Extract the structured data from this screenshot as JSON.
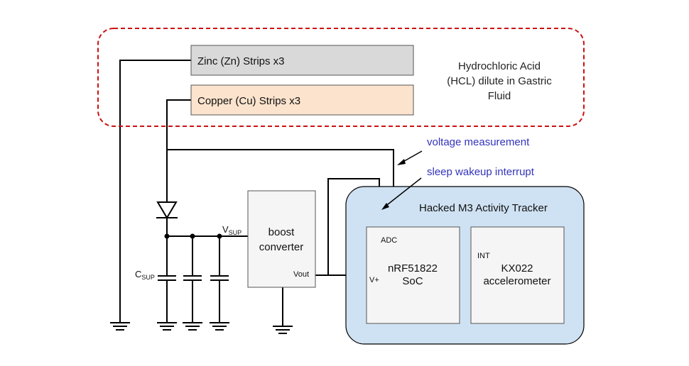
{
  "electrodes": {
    "zinc": {
      "label": "Zinc (Zn) Strips x3",
      "fill": "#d9d9d9"
    },
    "copper": {
      "label": "Copper (Cu) Strips x3",
      "fill": "#fbe3cd"
    }
  },
  "acid_label": [
    "Hydrochloric Acid",
    "(HCL) dilute in Gastric",
    "Fluid"
  ],
  "dashed_region_color": "#cc1111",
  "annotations": {
    "voltage": "voltage measurement",
    "sleep": "sleep wakeup interrupt",
    "color": "#3333bb"
  },
  "components": {
    "csup_label": "C",
    "csup_sub": "SUP",
    "vsup_label": "V",
    "vsup_sub": "SUP",
    "boost": [
      "boost",
      "converter"
    ],
    "boost_vout": "Vout"
  },
  "tracker": {
    "title": "Hacked M3 Activity Tracker",
    "fill": "#cfe2f3",
    "soc": {
      "pin_adc": "ADC",
      "pin_vplus": "V+",
      "name": [
        "nRF51822",
        "SoC"
      ]
    },
    "accel": {
      "pin_int": "INT",
      "name": [
        "KX022",
        "accelerometer"
      ]
    }
  }
}
